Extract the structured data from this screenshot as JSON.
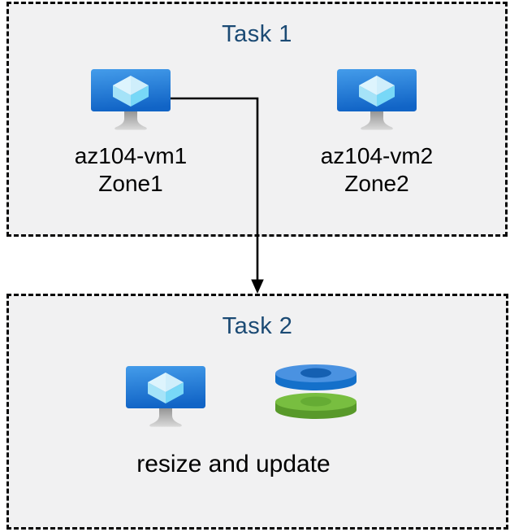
{
  "diagram": {
    "type": "azure-task-flow",
    "background": "#ffffff"
  },
  "task1": {
    "title": "Task 1",
    "vms": [
      {
        "name": "az104-vm1",
        "zone": "Zone1",
        "icon": "azure-virtual-machine-icon"
      },
      {
        "name": "az104-vm2",
        "zone": "Zone2",
        "icon": "azure-virtual-machine-icon"
      }
    ]
  },
  "task2": {
    "title": "Task 2",
    "caption": "resize and update",
    "icons": [
      "azure-virtual-machine-icon",
      "azure-managed-disks-icon"
    ]
  },
  "connector": {
    "from": "az104-vm1",
    "to": "Task 2 box",
    "shape": "elbow-down-arrow",
    "color": "#000000"
  },
  "colors": {
    "box_background": "#f1f1f2",
    "box_border_dashed": "#060606",
    "title_text": "#1b4a74",
    "label_text": "#000000",
    "vm_screen_top": "#3f97e8",
    "vm_screen_bottom": "#1164c6",
    "vm_cube_top": "#cfeefb",
    "vm_cube_left": "#a5e3f8",
    "vm_cube_right": "#78d8f7",
    "vm_stand_gray": "#b5b5b5",
    "disk_blue_top": "#4a92e1",
    "disk_blue_side": "#1470ca",
    "disk_blue_hole": "#1560b2",
    "disk_green_top": "#78be40",
    "disk_green_side": "#58992a",
    "disk_green_hole": "#65ac34"
  }
}
